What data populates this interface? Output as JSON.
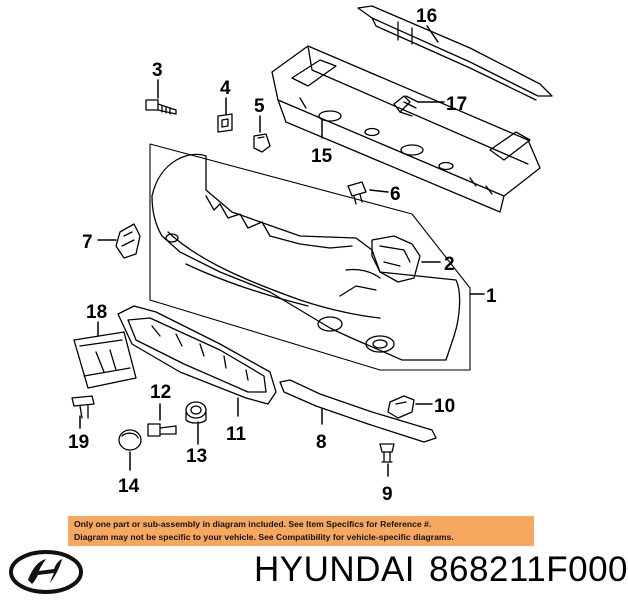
{
  "callouts": {
    "c1": "1",
    "c2": "2",
    "c3": "3",
    "c4": "4",
    "c5": "5",
    "c6": "6",
    "c7": "7",
    "c8": "8",
    "c9": "9",
    "c10": "10",
    "c11": "11",
    "c12": "12",
    "c13": "13",
    "c14": "14",
    "c15": "15",
    "c16": "16",
    "c17": "17",
    "c18": "18",
    "c19": "19"
  },
  "notice": {
    "line1": "Only one part or sub-assembly in diagram included. See Item Specifics for Reference #.",
    "line2": "Diagram may not be specific to your vehicle. See Compatibility for vehicle-specific diagrams.",
    "background": "#f6a85f"
  },
  "footer": {
    "brand": "HYUNDAI",
    "part_number": "868211F000"
  },
  "logo_icon": "hyundai-logo"
}
